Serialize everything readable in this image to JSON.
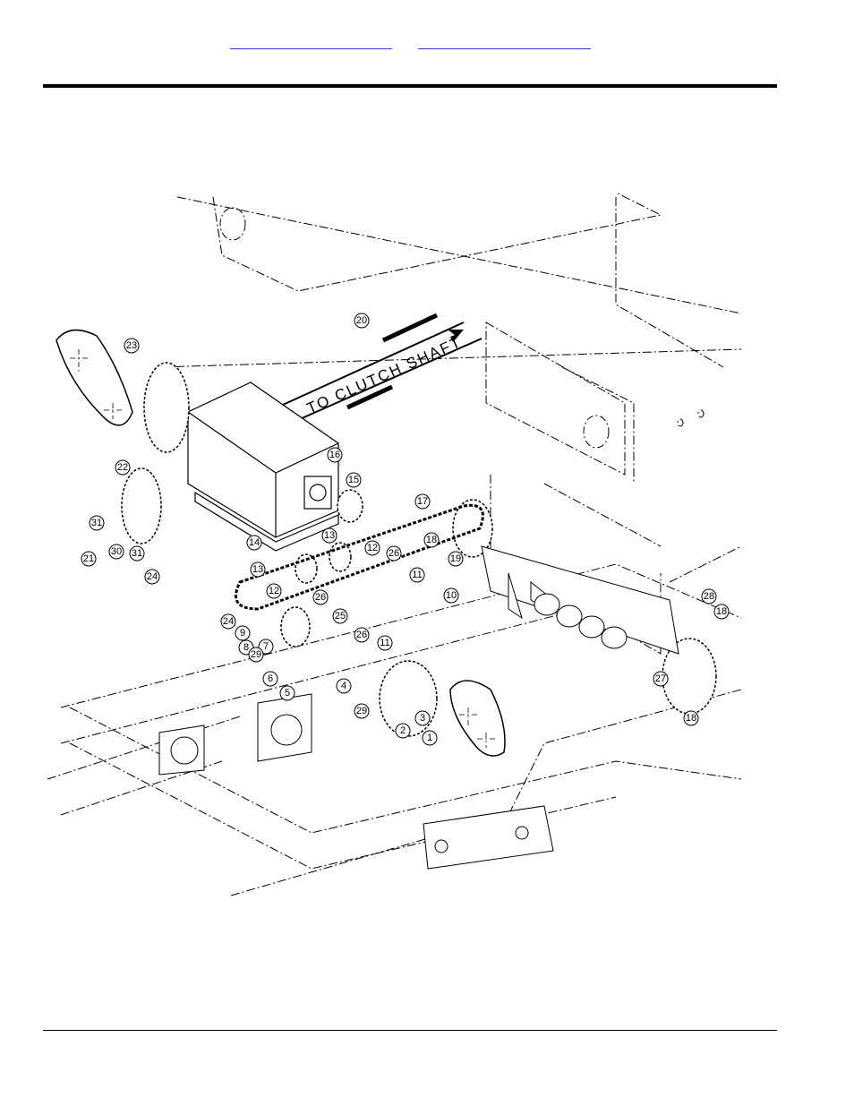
{
  "header": {
    "links": [
      {
        "label": ""
      },
      {
        "label": ""
      }
    ]
  },
  "diagram": {
    "annotation": "TO CLUTCH SHAFT",
    "callouts": [
      "1",
      "2",
      "3",
      "4",
      "5",
      "6",
      "7",
      "8",
      "9",
      "10",
      "11",
      "12",
      "13",
      "14",
      "15",
      "16",
      "17",
      "18",
      "19",
      "20",
      "21",
      "22",
      "23",
      "24",
      "25",
      "26",
      "27",
      "28",
      "29",
      "30",
      "31"
    ]
  }
}
